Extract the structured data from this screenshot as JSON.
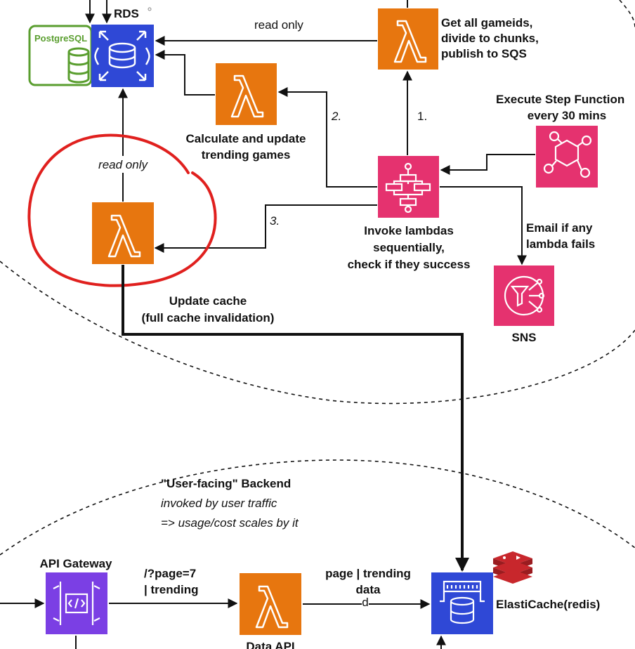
{
  "rds": {
    "label": "RDS",
    "postgres_label": "PostgreSQL"
  },
  "lambdas": {
    "get_all": {
      "line1": "Get all gameids,",
      "line2": "divide to chunks,",
      "line3": "publish to SQS"
    },
    "calc": {
      "line1": "Calculate and update",
      "line2": "trending games"
    },
    "update_cache": {
      "line1": "Update cache",
      "line2": "(full cache invalidation)"
    },
    "data_api": {
      "label": "Data API"
    }
  },
  "step_function": {
    "line1": "Invoke lambdas",
    "line2": "sequentially,",
    "line3": "check if they success"
  },
  "eventbridge": {
    "line1": "Execute Step Function",
    "line2": "every 30 mins"
  },
  "sns": {
    "label": "SNS",
    "edge_line1": "Email if any",
    "edge_line2": "lambda fails"
  },
  "edges": {
    "read_only_top": "read only",
    "read_only_left": "read only",
    "step1": "1.",
    "step2": "2.",
    "step3": "3.",
    "api_to_lambda_line1": "/?page=7",
    "api_to_lambda_line2": "| trending",
    "lambda_to_cache_line1": "page | trending",
    "lambda_to_cache_line2": "data",
    "lambda_to_cache_small": "d"
  },
  "backend": {
    "title": "\"User-facing\" Backend",
    "sub1": "invoked by user traffic",
    "sub2": "=> usage/cost scales by it"
  },
  "api_gateway": {
    "label": "API Gateway"
  },
  "elasticache": {
    "label": "ElastiCache(redis)"
  },
  "colors": {
    "lambda": "#e7760f",
    "step_function": "#e5326f",
    "rds": "#2f48d6",
    "api_gateway": "#7b3fe4",
    "postgres": "#5a9e2f",
    "highlight": "#e0201e",
    "redis": "#c8272c"
  }
}
